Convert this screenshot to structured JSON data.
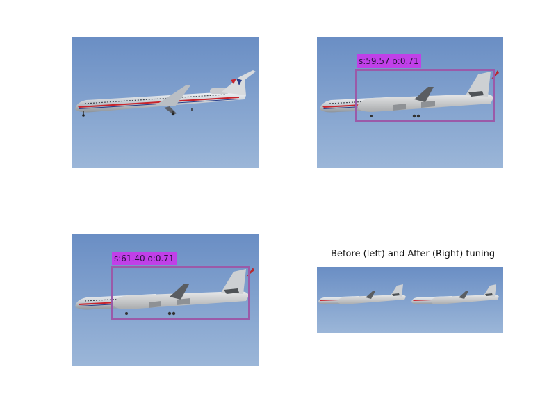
{
  "panels": {
    "top_left": {
      "kind": "original"
    },
    "top_right": {
      "detection_label": "s:59.57 o:0.71"
    },
    "bottom_left": {
      "detection_label": "s:61.40 o:0.71"
    },
    "bottom_right": {
      "caption": "Before (left) and After (Right) tuning"
    }
  },
  "colors": {
    "sky_top": "#6b8fc4",
    "sky_bottom": "#97b3d6",
    "box": "#9b5aa8",
    "label_bg": "#c040e8"
  }
}
